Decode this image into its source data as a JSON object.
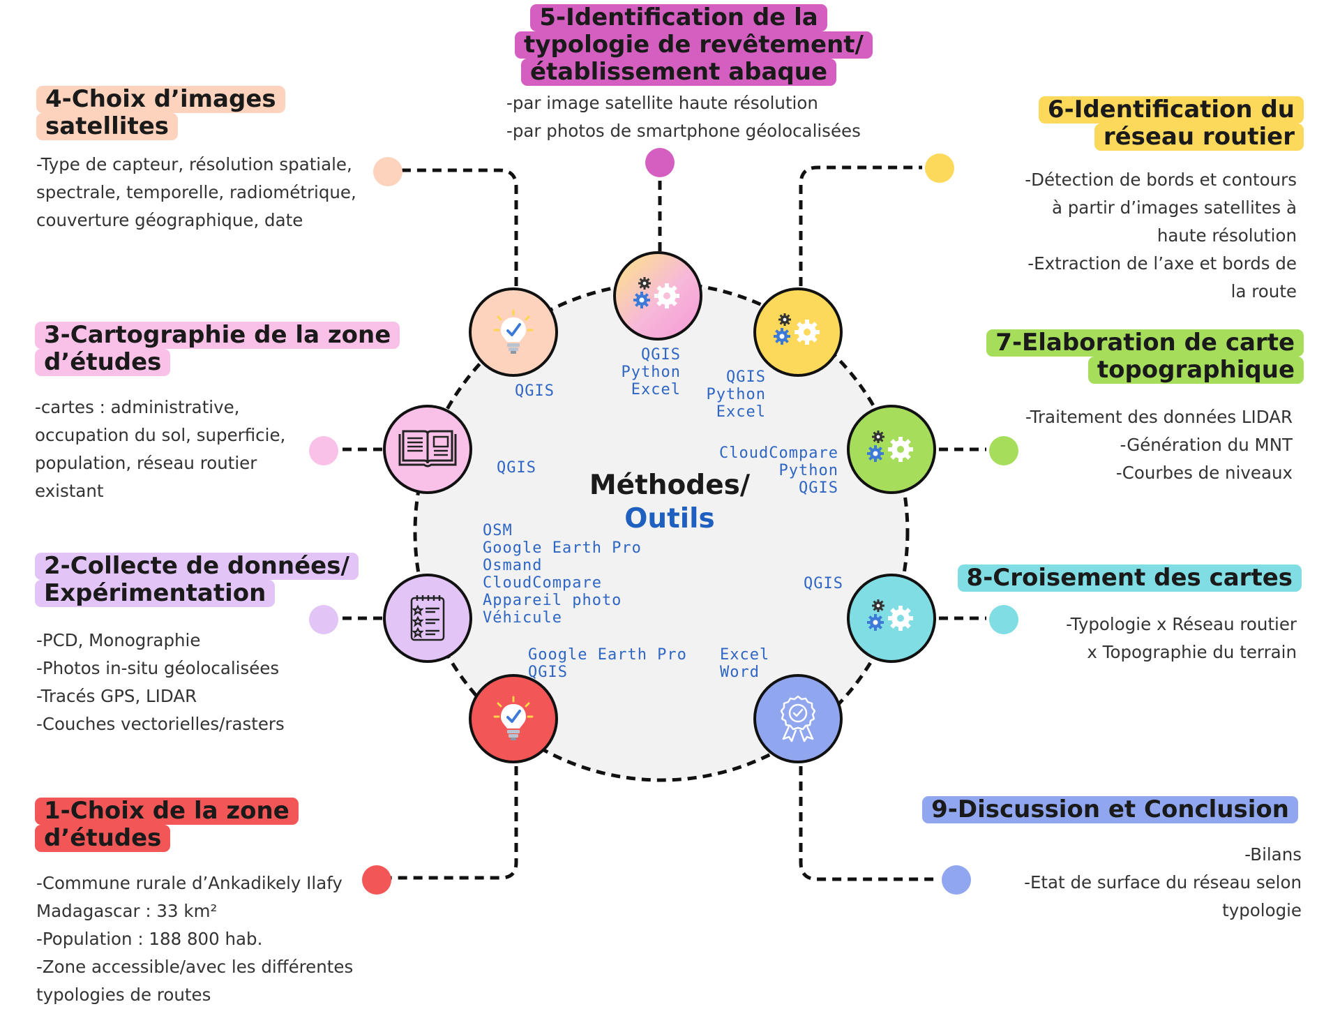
{
  "center": {
    "line1": "Méthodes/",
    "line2": "Outils"
  },
  "steps": {
    "s1": {
      "title": [
        "1-Choix de la zone",
        "d’études"
      ],
      "desc": [
        "-Commune rurale d’Ankadikely Ilafy",
        "Madagascar : 33 km²",
        "-Population : 188 800 hab.",
        "-Zone accessible/avec les différentes",
        "typologies de routes"
      ],
      "tools": [
        "Google Earth Pro",
        "QGIS"
      ],
      "color": "#f25656",
      "icon": "lightbulb-check-icon"
    },
    "s2": {
      "title": [
        "2-Collecte de données/",
        "Expérimentation"
      ],
      "desc": [
        "-PCD, Monographie",
        "-Photos in-situ géolocalisées",
        "-Tracés GPS, LIDAR",
        "-Couches vectorielles/rasters"
      ],
      "tools": [
        "OSM",
        "Google Earth Pro",
        "Osmand",
        "CloudCompare",
        "Appareil photo",
        "Véhicule"
      ],
      "color": "#e3c4f7",
      "icon": "checklist-icon"
    },
    "s3": {
      "title": [
        "3-Cartographie de la zone",
        "d’études"
      ],
      "desc": [
        "-cartes : administrative,",
        "occupation du sol, superficie,",
        "population, réseau routier",
        "existant"
      ],
      "tools": [
        "QGIS"
      ],
      "color": "#f9c1e8",
      "icon": "open-book-icon"
    },
    "s4": {
      "title": [
        "4-Choix d’images",
        "satellites"
      ],
      "desc": [
        "-Type de capteur, résolution spatiale,",
        "spectrale, temporelle, radiométrique,",
        "couverture géographique, date"
      ],
      "tools": [
        "QGIS"
      ],
      "color": "#fdd3bd",
      "icon": "lightbulb-check-icon"
    },
    "s5": {
      "title": [
        "5-Identification de la",
        "typologie de revêtement/",
        "établissement abaque"
      ],
      "desc": [
        "-par  image satellite haute résolution",
        "-par photos de smartphone géolocalisées"
      ],
      "tools": [
        "QGIS",
        "Python",
        "Excel"
      ],
      "color": "#d45fc0",
      "icon": "gears-icon"
    },
    "s6": {
      "title": [
        "6-Identification du",
        "réseau routier"
      ],
      "desc": [
        "-Détection de bords et contours",
        "à partir d’images satellites à",
        "haute résolution",
        "-Extraction de l’axe et bords de",
        "la route"
      ],
      "tools": [
        "QGIS",
        "Python",
        "Excel"
      ],
      "color": "#fcd95b",
      "icon": "gears-icon"
    },
    "s7": {
      "title": [
        "7-Elaboration de carte",
        "topographique"
      ],
      "desc": [
        "-Traitement des données LIDAR",
        "-Génération du MNT",
        "-Courbes de niveaux"
      ],
      "tools": [
        "CloudCompare",
        "Python",
        "QGIS"
      ],
      "color": "#a6de5c",
      "icon": "gears-icon"
    },
    "s8": {
      "title": [
        "8-Croisement des cartes"
      ],
      "desc": [
        "-Typologie x Réseau routier",
        "x Topographie du terrain"
      ],
      "tools": [
        "QGIS"
      ],
      "color": "#7fdde3",
      "icon": "gears-icon"
    },
    "s9": {
      "title": [
        "9-Discussion et Conclusion"
      ],
      "desc": [
        "-Bilans",
        "-Etat de surface du réseau selon",
        "typologie"
      ],
      "tools": [
        "Excel",
        "Word"
      ],
      "color": "#90a6ef",
      "icon": "award-badge-icon"
    }
  }
}
